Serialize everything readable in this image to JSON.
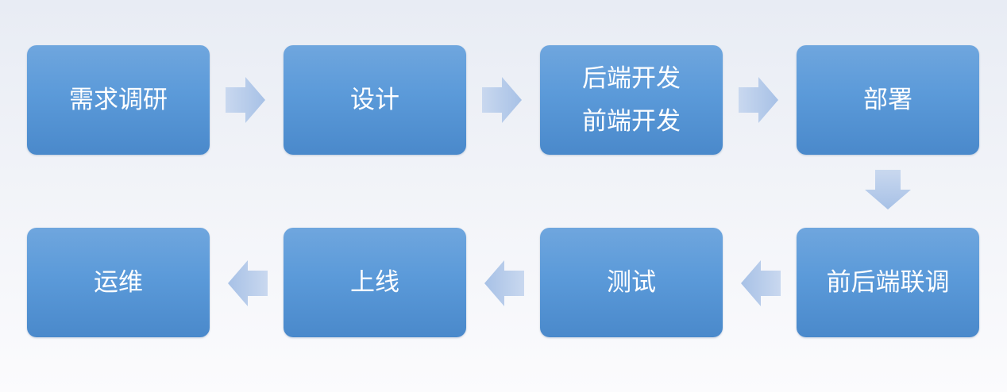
{
  "diagram": {
    "steps": [
      {
        "id": "s1",
        "lines": [
          "需求调研"
        ]
      },
      {
        "id": "s2",
        "lines": [
          "设计"
        ]
      },
      {
        "id": "s3",
        "lines": [
          "后端开发",
          "前端开发"
        ]
      },
      {
        "id": "s4",
        "lines": [
          "部署"
        ]
      },
      {
        "id": "s5",
        "lines": [
          "前后端联调"
        ]
      },
      {
        "id": "s6",
        "lines": [
          "测试"
        ]
      },
      {
        "id": "s7",
        "lines": [
          "上线"
        ]
      },
      {
        "id": "s8",
        "lines": [
          "运维"
        ]
      }
    ],
    "flow": [
      "s1",
      "s2",
      "s3",
      "s4",
      "s5",
      "s6",
      "s7",
      "s8"
    ],
    "colors": {
      "box_top": "#6fa6de",
      "box_bottom": "#4a89cb",
      "arrow_light": "#c7d6ee",
      "arrow_dark": "#9ab6e0",
      "text": "#ffffff"
    }
  }
}
